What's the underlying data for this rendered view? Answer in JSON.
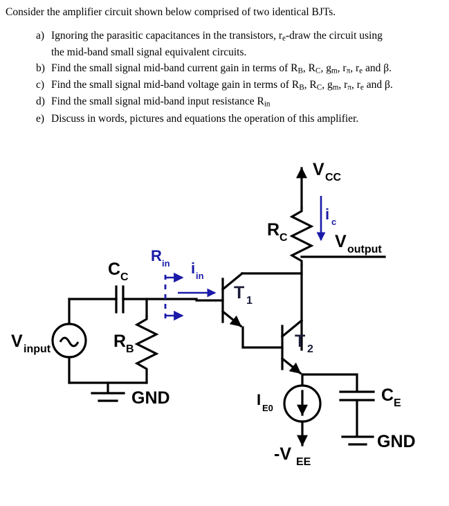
{
  "question": {
    "intro": "Consider the amplifier circuit shown below comprised of two identical BJTs.",
    "parts": [
      {
        "marker": "a)",
        "text_lines": [
          "Ignoring the parasitic capacitances in the transistors, re-draw the circuit using",
          "the mid-band small signal equivalent circuits."
        ]
      },
      {
        "marker": "b)",
        "text_lines": [
          "Find the small signal mid-band current gain in terms of RB, RC, gm, rπ, re and β."
        ]
      },
      {
        "marker": "c)",
        "text_lines": [
          "Find the small signal mid-band voltage gain in terms of RB, RC, gm, rπ, re and β."
        ]
      },
      {
        "marker": "d)",
        "text_lines": [
          "Find the small signal mid-band input resistance Rin"
        ]
      },
      {
        "marker": "e)",
        "text_lines": [
          "Discuss in words, pictures and equations the operation of this amplifier."
        ]
      }
    ]
  },
  "circuit": {
    "title": "BJT cascode / common-emitter amplifier with current-source biasing",
    "labels": {
      "vcc_main": "V",
      "vcc_sub": "CC",
      "rc_main": "R",
      "rc_sub": "C",
      "ic_main": "i",
      "ic_sub": "c",
      "voutput_main": "V",
      "voutput_sub": "output",
      "rin_main": "R",
      "rin_sub": "in",
      "iin_main": "i",
      "iin_sub": "in",
      "cc_main": "C",
      "cc_sub": "C",
      "vinput_main": "V",
      "vinput_sub": "input",
      "rb_main": "R",
      "rb_sub": "B",
      "gnd_left": "GND",
      "t1_main": "T",
      "t1_sub": "1",
      "t2_main": "T",
      "t2_sub": "2",
      "ie0_main": "I",
      "ie0_sub": "E0",
      "vee_main": "-V",
      "vee_sub": "EE",
      "ce_main": "C",
      "ce_sub": "E",
      "gnd_right": "GND"
    },
    "colors": {
      "wire": "#000000",
      "annotation_blue": "#1a1aa8",
      "transistor_label": "#1c1c3a",
      "background": "#ffffff"
    }
  }
}
